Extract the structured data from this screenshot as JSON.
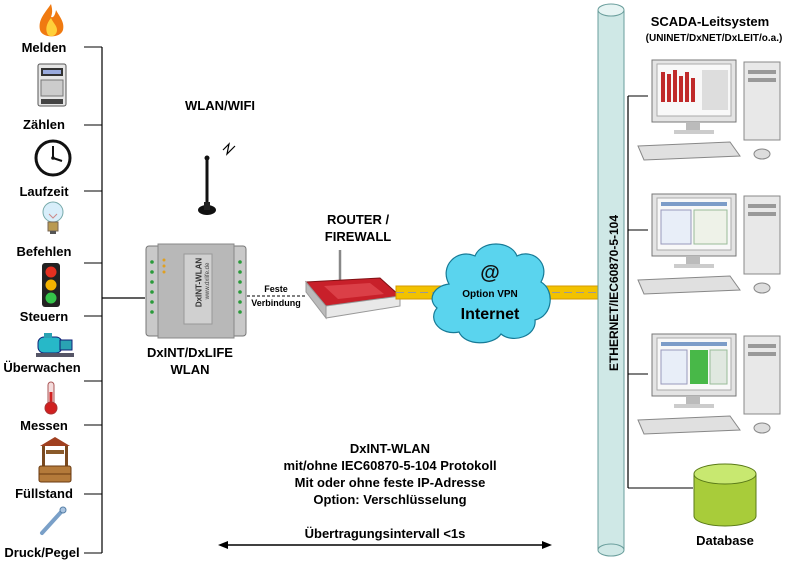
{
  "sensors": [
    {
      "label": "Melden",
      "icon": "flame-icon"
    },
    {
      "label": "Zählen",
      "icon": "meter-icon"
    },
    {
      "label": "Laufzeit",
      "icon": "clock-icon"
    },
    {
      "label": "Befehlen",
      "icon": "lightbulb-icon"
    },
    {
      "label": "Steuern",
      "icon": "traffic-light-icon"
    },
    {
      "label": "Überwachen",
      "icon": "pump-icon"
    },
    {
      "label": "Messen",
      "icon": "thermometer-icon"
    },
    {
      "label": "Füllstand",
      "icon": "well-icon"
    },
    {
      "label": "Druck/Pegel",
      "icon": "probe-icon"
    }
  ],
  "wlan": {
    "label": "WLAN/WIFI"
  },
  "device": {
    "label_line1": "DxINT/DxLIFE",
    "label_line2": "WLAN",
    "face_text": "DxINT-WLAN",
    "face_url": "www.dxlife.de"
  },
  "link": {
    "line1": "Feste",
    "line2": "Verbindung"
  },
  "router": {
    "line1": "ROUTER /",
    "line2": "FIREWALL"
  },
  "internet": {
    "at": "@",
    "vpn": "Option VPN",
    "label": "Internet"
  },
  "bus": {
    "label": "ETHERNET/IEC60870-5-104"
  },
  "scada": {
    "title": "SCADA-Leitsystem",
    "subtitle": "(UNINET/DxNET/DxLEIT/o.a.)"
  },
  "database": {
    "label": "Database"
  },
  "description": {
    "line1": "DxINT-WLAN",
    "line2": "mit/ohne IEC60870-5-104  Protokoll",
    "line3": "Mit oder ohne feste IP-Adresse",
    "line4": "Option: Verschlüsselung"
  },
  "interval": {
    "label": "Übertragungsintervall <1s"
  },
  "colors": {
    "bus": "#cfe8e6",
    "cloud": "#5ad4ee",
    "vpn": "#f2c200",
    "router": "#c8202a",
    "database": "#b6d94a"
  }
}
